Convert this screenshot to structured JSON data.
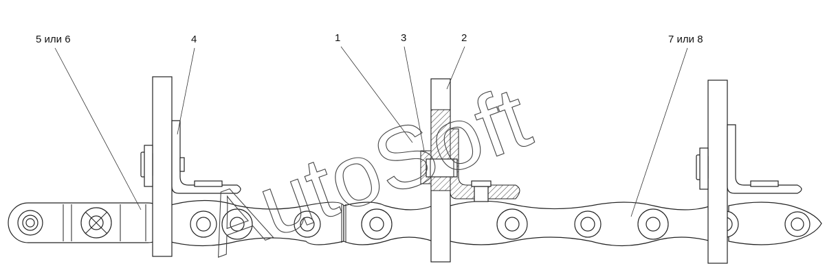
{
  "callouts": [
    {
      "id": "c1",
      "label": "5 или 6"
    },
    {
      "id": "c2",
      "label": "4"
    },
    {
      "id": "c3",
      "label": "1"
    },
    {
      "id": "c4",
      "label": "3"
    },
    {
      "id": "c5",
      "label": "2"
    },
    {
      "id": "c6",
      "label": "7 или 8"
    }
  ],
  "watermark": "AutoSoft"
}
